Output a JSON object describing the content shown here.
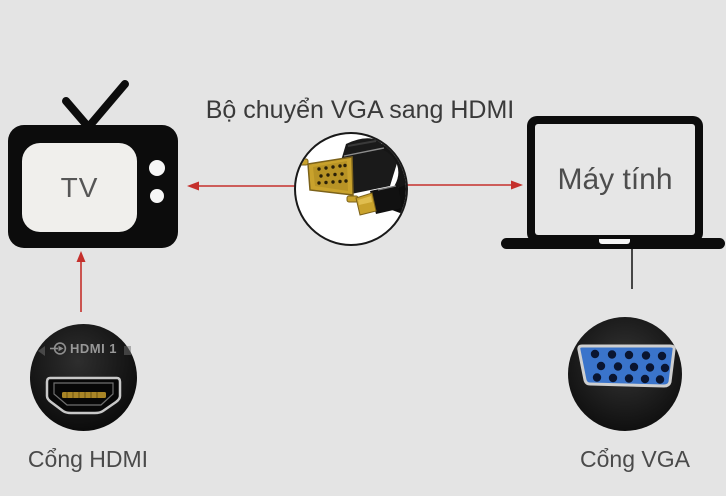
{
  "diagram": {
    "title": "Bộ chuyển VGA sang HDMI",
    "tv_label": "TV",
    "computer_label": "Máy tính",
    "hdmi_port_label": "HDMI 1",
    "hdmi_caption": "Cổng HDMI",
    "vga_caption": "Cổng VGA"
  },
  "colors": {
    "background": "#e4e4e4",
    "device_black": "#0c0c0c",
    "arrow_red": "#c5302c",
    "vga_blue": "#3a74cb",
    "gold_connector": "#c9a22c",
    "title_text": "#3a3a3a",
    "caption_text": "#4a4a4a"
  }
}
